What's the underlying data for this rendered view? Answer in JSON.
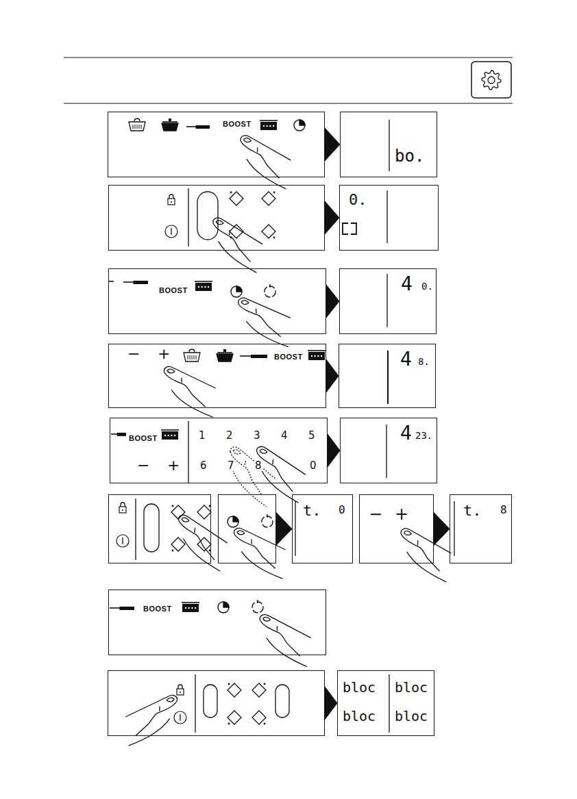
{
  "diagram": {
    "nodes": [
      {
        "text": [
          "BOOST"
        ]
      },
      {
        "text": [
          "bo."
        ]
      },
      {
        "text": []
      },
      {
        "text": [
          "0."
        ]
      },
      {
        "text": [
          "BOOST"
        ]
      },
      {
        "text": [
          "4",
          "0."
        ]
      },
      {
        "text": [
          "−",
          "+",
          "BOOST"
        ]
      },
      {
        "text": [
          "4",
          "8."
        ]
      },
      {
        "text": [
          "BOOST",
          "1",
          "2",
          "3",
          "4",
          "5",
          "6",
          "7",
          "8",
          "0",
          "−",
          "+"
        ]
      },
      {
        "text": [
          "4",
          "23."
        ]
      },
      {
        "text": []
      },
      {
        "text": []
      },
      {
        "text": [
          "t.",
          "0"
        ]
      },
      {
        "text": [
          "−",
          "+"
        ]
      },
      {
        "text": [
          "t.",
          "8"
        ]
      },
      {
        "text": [
          "BOOST"
        ]
      },
      {
        "text": []
      },
      {
        "text": [
          "bloc",
          "bloc",
          "bloc",
          "bloc"
        ]
      }
    ],
    "edges": [
      {
        "from": 0,
        "to": 1,
        "arrow": "to"
      },
      {
        "from": 2,
        "to": 3,
        "arrow": "to"
      },
      {
        "from": 4,
        "to": 5,
        "arrow": "to"
      },
      {
        "from": 6,
        "to": 7,
        "arrow": "to"
      },
      {
        "from": 8,
        "to": 9,
        "arrow": "to"
      },
      {
        "from": 11,
        "to": 12,
        "arrow": "to"
      },
      {
        "from": 13,
        "to": 14,
        "arrow": "to"
      },
      {
        "from": 16,
        "to": 17,
        "arrow": "to"
      }
    ]
  }
}
